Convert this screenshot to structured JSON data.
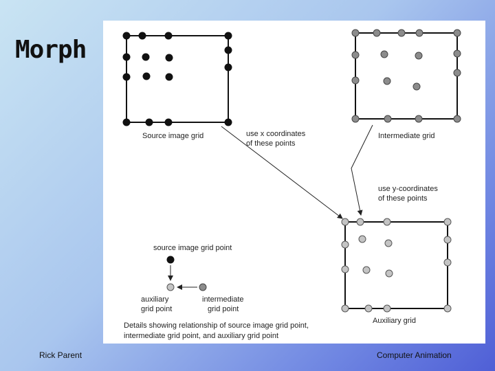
{
  "slide": {
    "title": "Morph",
    "footer_left": "Rick Parent",
    "footer_right": "Computer Animation"
  },
  "figure": {
    "source_label": "Source image grid",
    "intermediate_label": "Intermediate grid",
    "auxiliary_label": "Auxiliary grid",
    "use_x_line1": "use x coordinates",
    "use_x_line2": "of these points",
    "use_y_line1": "use y-coordinates",
    "use_y_line2": "of these points",
    "legend_source": "source image grid point",
    "legend_aux_line1": "auxiliary",
    "legend_aux_line2": "grid point",
    "legend_inter_line1": "intermediate",
    "legend_inter_line2": "grid point",
    "caption_line1": "Details showing relationship of source image grid point,",
    "caption_line2": "intermediate grid point, and auxiliary grid point",
    "colors": {
      "source_point": "#111111",
      "intermediate_point": "#8c8c8c",
      "auxiliary_point": "#c4c4c4"
    }
  }
}
